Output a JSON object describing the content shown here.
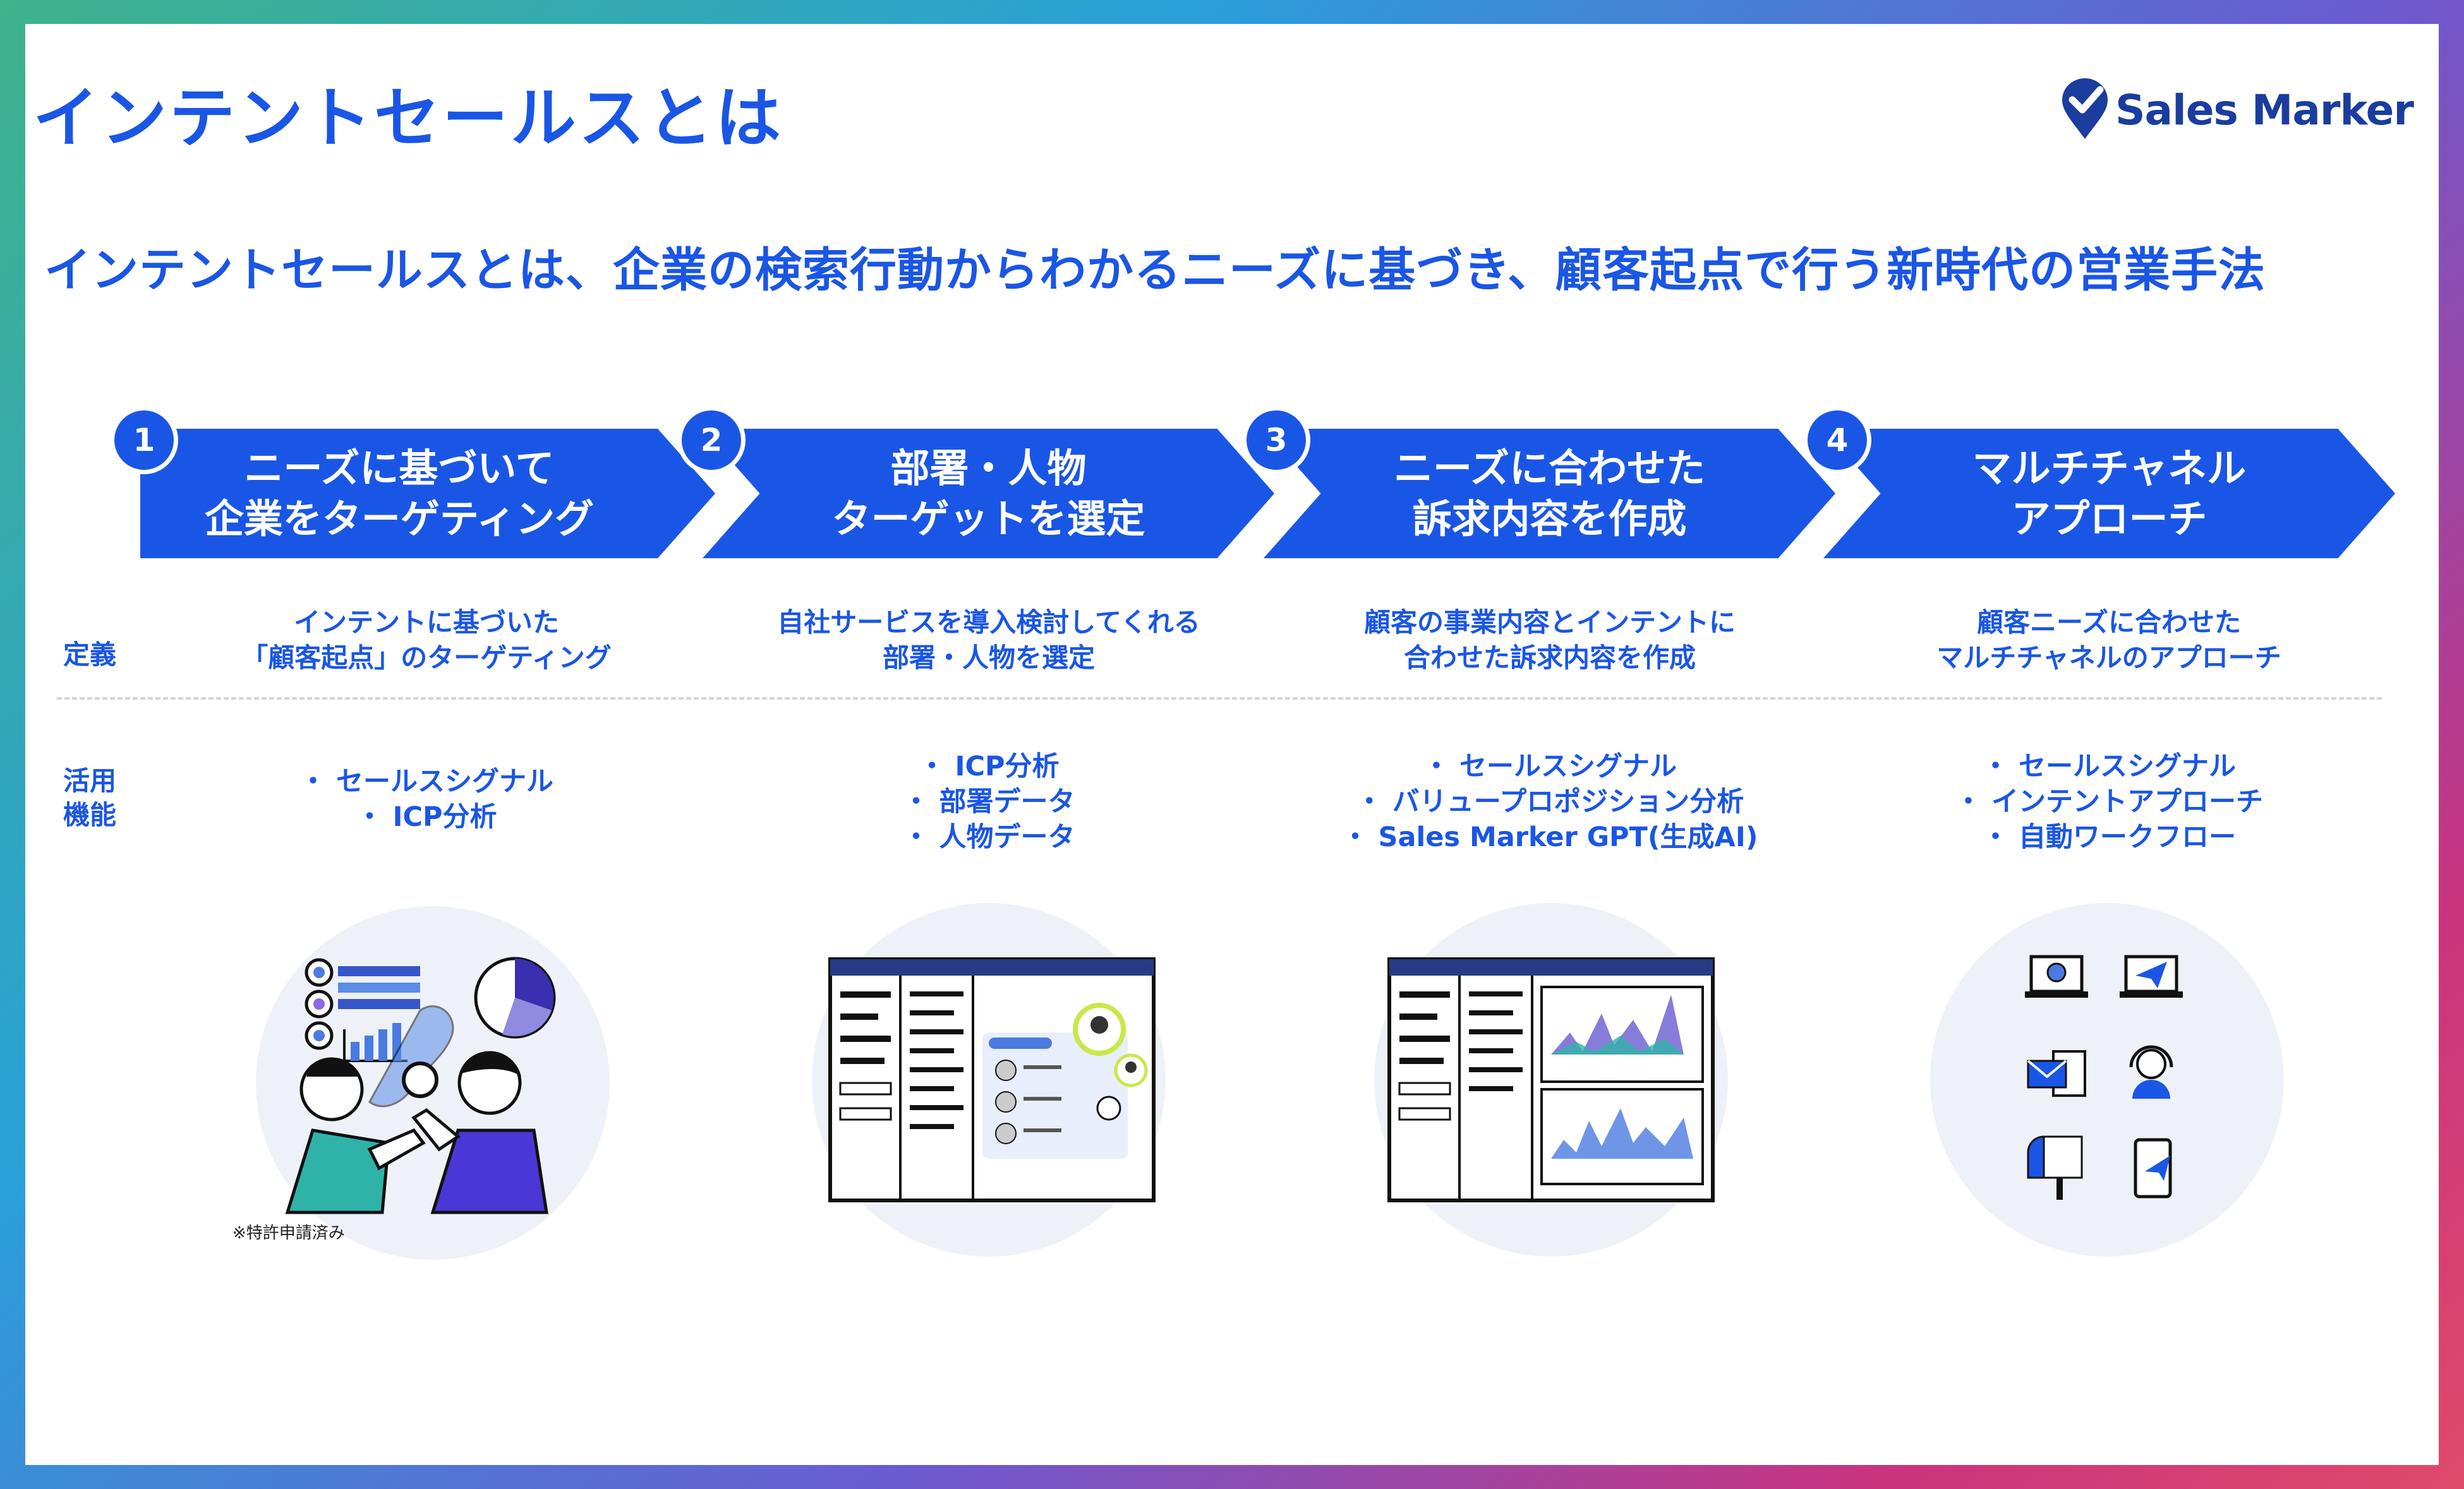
{
  "title": "インテントセールスとは",
  "brand": {
    "name": "Sales Marker",
    "color": "#1a3d9e",
    "logo_icon": "checkmark-pin-icon"
  },
  "lead": "インテントセールスとは、企業の検索行動からわかるニーズに基づき、顧客起点で行う新時代の営業手法",
  "accent_color": "#1a56e6",
  "row_labels": {
    "definition": "定義",
    "features_1": "活用",
    "features_2": "機能"
  },
  "steps": [
    {
      "number": "1",
      "label_1": "ニーズに基づいて",
      "label_2": "企業をターゲティング",
      "def_1": "インテントに基づいた",
      "def_2": "「顧客起点」のターゲティング",
      "features": [
        "セールスシグナル",
        "ICP分析"
      ],
      "illustration": "people-analyzing-map-icon"
    },
    {
      "number": "2",
      "label_1": "部署・人物",
      "label_2": "ターゲットを選定",
      "def_1": "自社サービスを導入検討してくれる",
      "def_2": "部署・人物を選定",
      "features": [
        "ICP分析",
        "部署データ",
        "人物データ"
      ],
      "illustration": "contact-list-screen-icon"
    },
    {
      "number": "3",
      "label_1": "ニーズに合わせた",
      "label_2": "訴求内容を作成",
      "def_1": "顧客の事業内容とインテントに",
      "def_2": "合わせた訴求内容を作成",
      "features": [
        "セールスシグナル",
        "バリュープロポジション分析",
        "Sales Marker GPT(生成AI)"
      ],
      "illustration": "analytics-dashboard-icon"
    },
    {
      "number": "4",
      "label_1": "マルチチャネル",
      "label_2": "アプローチ",
      "def_1": "顧客ニーズに合わせた",
      "def_2": "マルチチャネルのアプローチ",
      "features": [
        "セールスシグナル",
        "インテントアプローチ",
        "自動ワークフロー"
      ],
      "illustration": "multichannel-icons"
    }
  ],
  "note": "※特許申請済み"
}
